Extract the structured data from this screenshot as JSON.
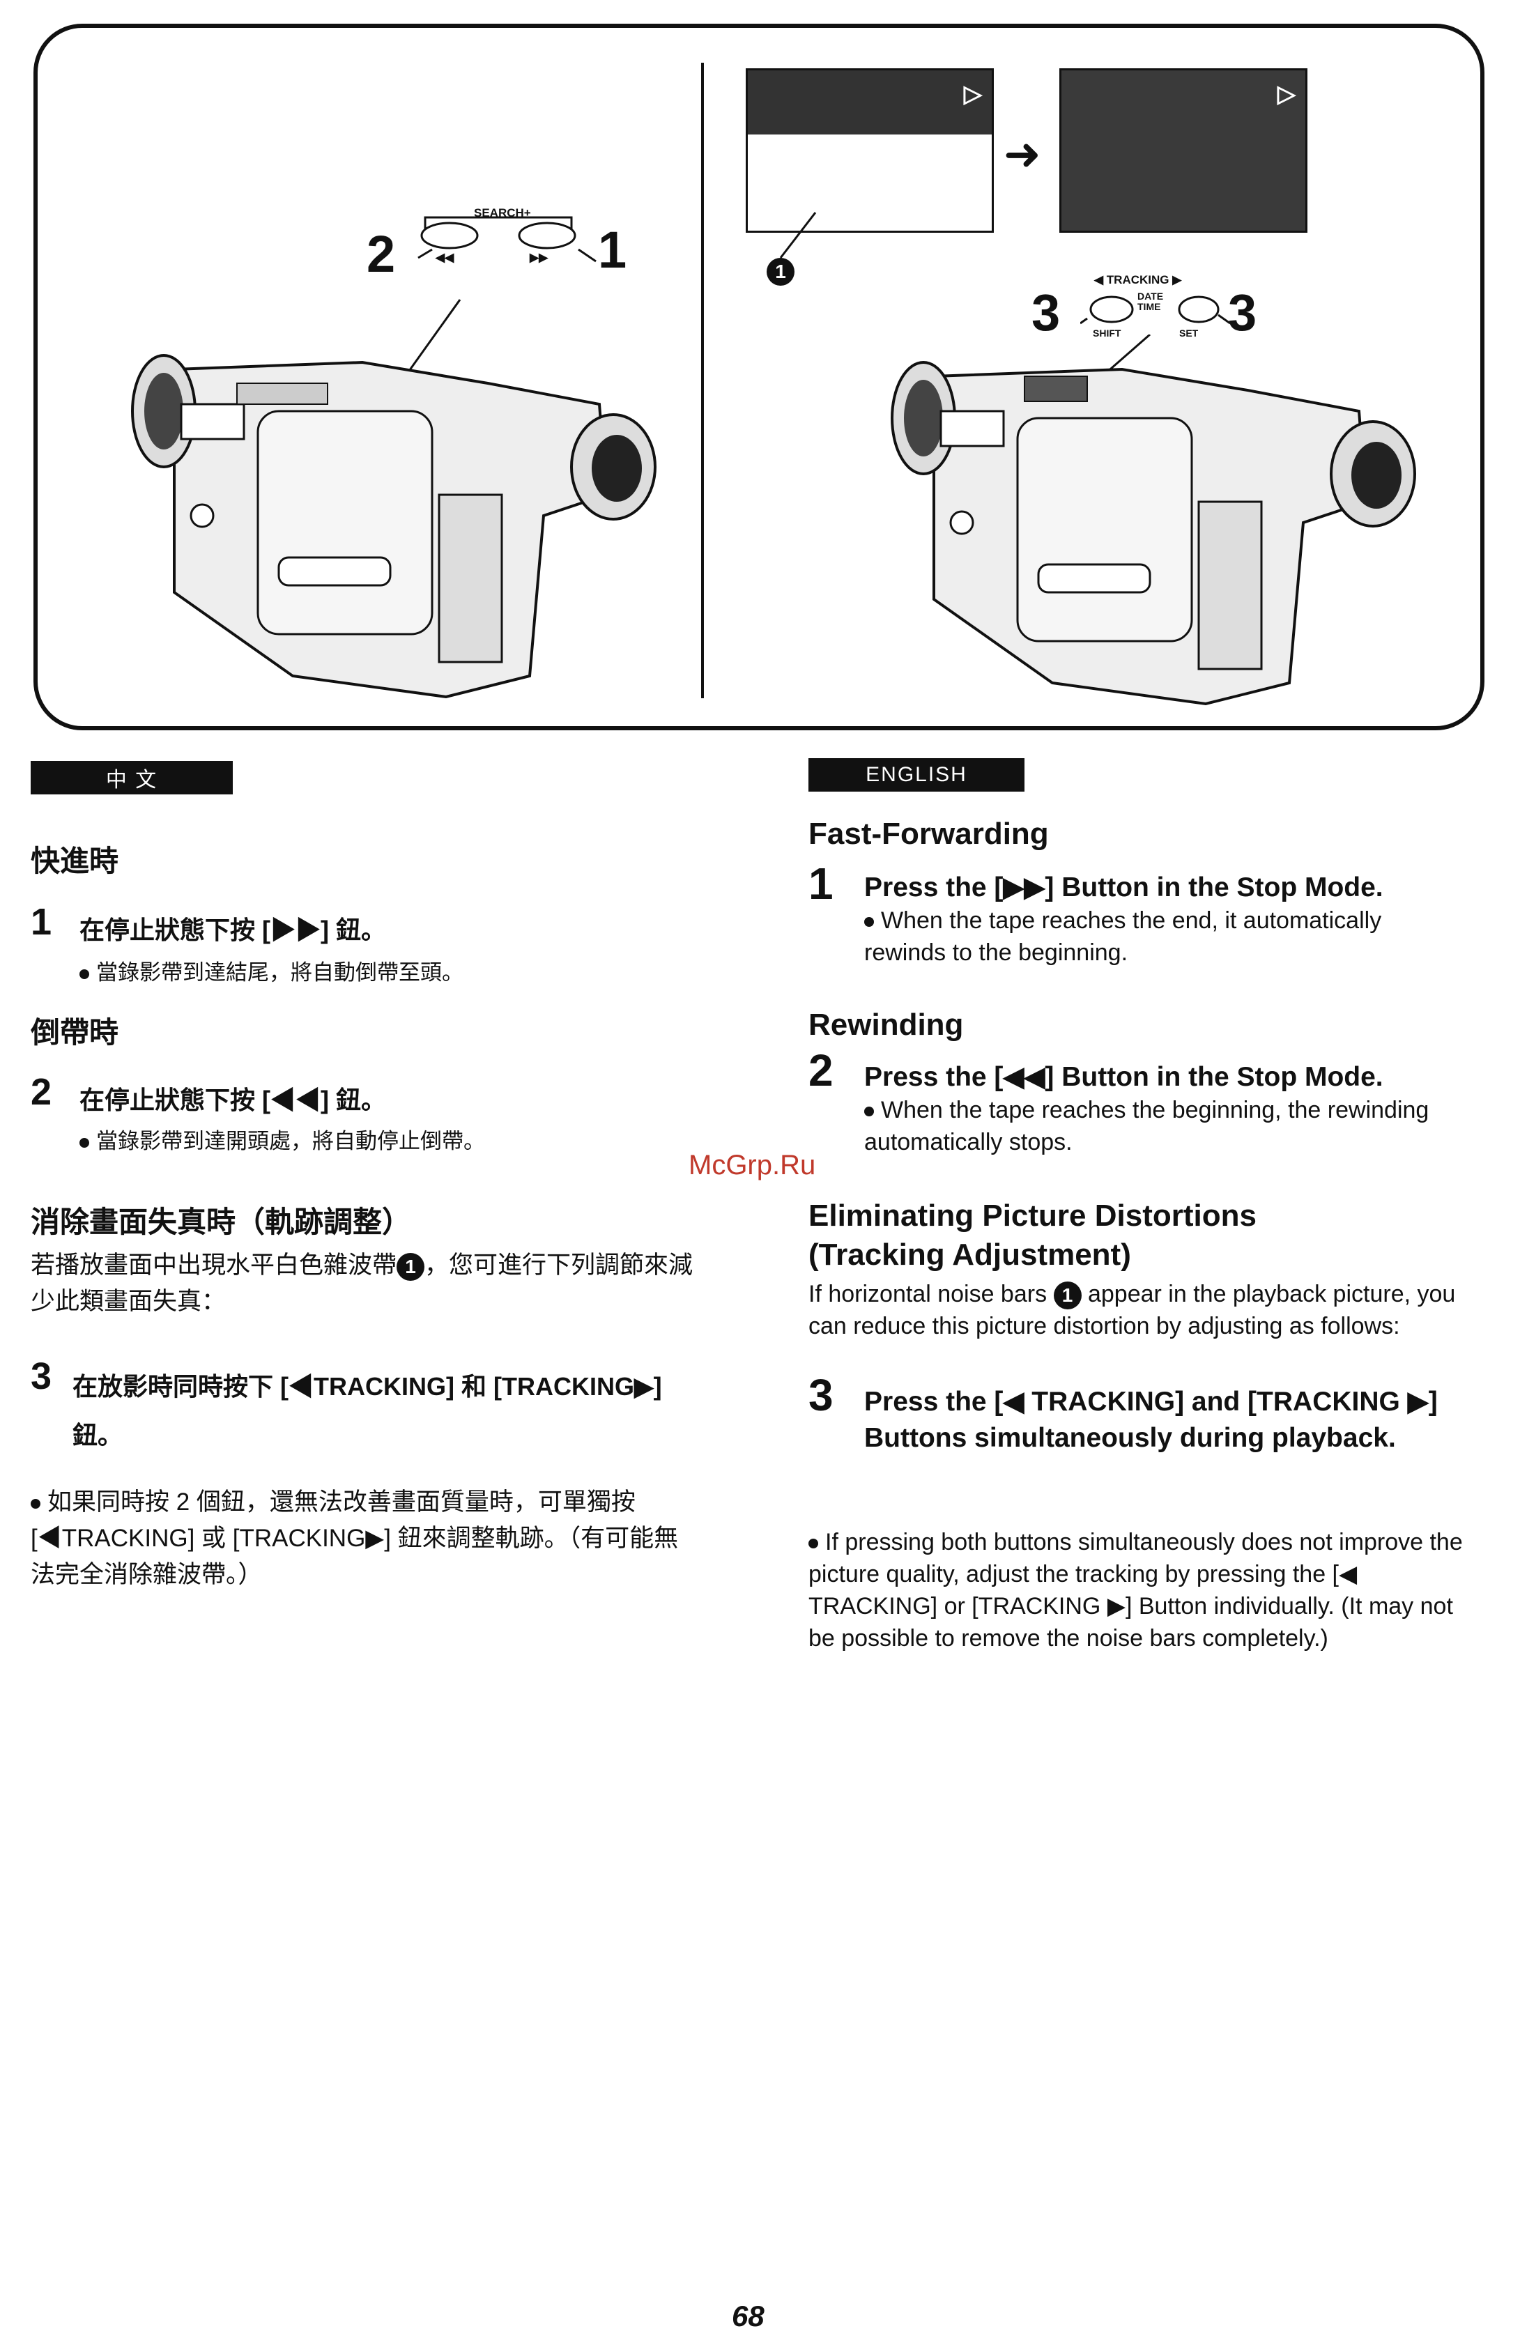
{
  "figure": {
    "left": {
      "search_label": "SEARCH+",
      "callout_left": "2",
      "callout_right": "1",
      "rew_symbol": "◀◀",
      "ff_symbol": "▶▶"
    },
    "right": {
      "tracking_label": "◀ TRACKING ▶",
      "date_time_label": "DATE\nTIME",
      "shift_label": "SHIFT",
      "set_label": "SET",
      "callout_left": "3",
      "callout_right": "3",
      "noise_marker": "1",
      "play_icon": "▷",
      "arrow": "➜"
    }
  },
  "chinese": {
    "section_label": "中  文",
    "heading_ff": "快進時",
    "step1_num": "1",
    "step1_text": "在停止狀態下按 [▶▶] 鈕。",
    "step1_note": "當錄影帶到達結尾，將自動倒帶至頭。",
    "heading_rew": "倒帶時",
    "step2_num": "2",
    "step2_text": "在停止狀態下按 [◀◀] 鈕。",
    "step2_note": "當錄影帶到達開頭處，將自動停止倒帶。",
    "heading_track": "消除畫面失真時（軌跡調整）",
    "track_intro_a": "若播放畫面中出現水平白色雜波帶",
    "track_intro_b": "，您可進行下列調節來減少此類畫面失真：",
    "step3_num": "3",
    "step3_text": "在放影時同時按下 [◀TRACKING] 和 [TRACKING▶] 鈕。",
    "step3_note": "如果同時按 2 個鈕，還無法改善畫面質量時，可單獨按 [◀TRACKING] 或 [TRACKING▶] 鈕來調整軌跡。（有可能無法完全消除雜波帶。）"
  },
  "english": {
    "section_label": "ENGLISH",
    "heading_ff": "Fast-Forwarding",
    "step1_num": "1",
    "step1_text": "Press the [▶▶] Button in the Stop Mode.",
    "step1_note": "When the tape reaches the end, it automatically rewinds to the beginning.",
    "heading_rew": "Rewinding",
    "step2_num": "2",
    "step2_text": "Press the [◀◀] Button in the Stop Mode.",
    "step2_note": "When the tape reaches the beginning, the rewinding automatically stops.",
    "heading_track_1": "Eliminating Picture Distortions",
    "heading_track_2": "(Tracking Adjustment)",
    "track_intro_a": "If horizontal noise bars",
    "track_intro_b": "appear in the playback picture, you can reduce this picture distortion by adjusting as follows:",
    "step3_num": "3",
    "step3_text": "Press the [◀ TRACKING] and [TRACKING ▶] Buttons simultaneously during playback.",
    "step3_note": "If pressing both buttons simultaneously does not improve the picture quality, adjust the tracking by pressing the [◀ TRACKING] or [TRACKING ▶] Button individually. (It may not be possible to remove the noise bars completely.)"
  },
  "watermark": "McGrp.Ru",
  "page_number": "68"
}
